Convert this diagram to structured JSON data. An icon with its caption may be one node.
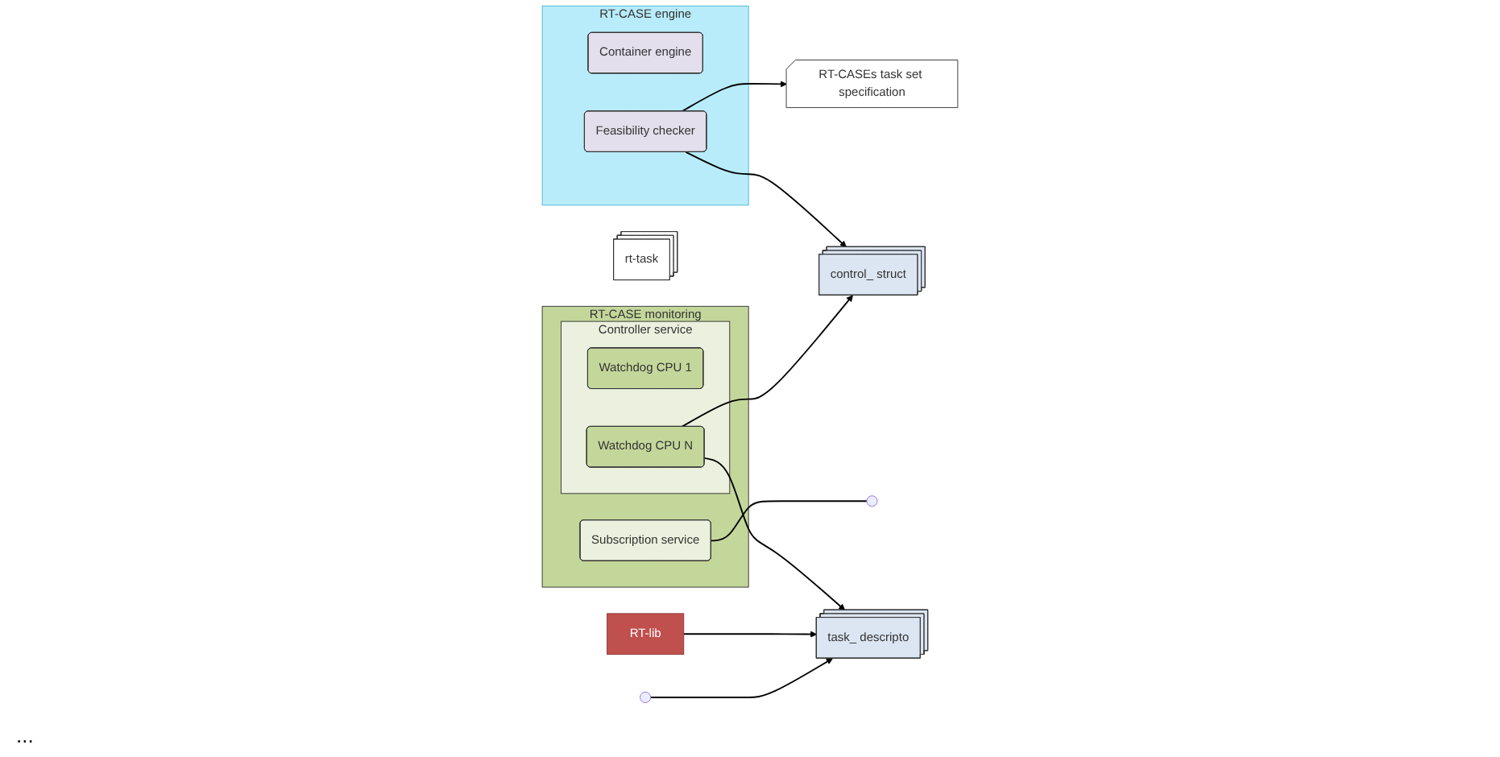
{
  "diagram": {
    "nodes": [
      {
        "text": [
          "RT-CASE engine"
        ]
      },
      {
        "text": [
          "Container engine"
        ],
        "in": 0
      },
      {
        "text": [
          "Feasibility checker"
        ],
        "in": 0
      },
      {
        "text": [
          "RT-CASE monitoring"
        ]
      },
      {
        "text": [
          "Subscription service"
        ],
        "in": 3
      },
      {
        "text": [
          "Controller service"
        ],
        "in": 3
      },
      {
        "text": [
          "Watchdog CPU 1"
        ],
        "in": 5
      },
      {
        "text": [
          "Watchdog CPU N"
        ],
        "in": 5
      },
      {
        "text": [
          "RT-CASEs task set specification"
        ]
      },
      {
        "text": [
          "rt-task"
        ]
      },
      {
        "text": [
          "RT-lib"
        ]
      },
      {
        "text": [
          "control_ struct"
        ]
      },
      {
        "text": [
          "task_ descripto"
        ]
      }
    ],
    "edges": [
      {
        "from": 2,
        "to": 8,
        "arrow": "to"
      },
      {
        "from": 2,
        "to": 11,
        "arrow": "to"
      },
      {
        "from": 7,
        "to": 11,
        "arrow": "to"
      },
      {
        "from": 7,
        "to": 12,
        "arrow": "to"
      },
      {
        "from": 10,
        "to": 12,
        "arrow": "to"
      },
      {
        "from": 4,
        "to": null,
        "arrow": "none"
      },
      {
        "from": null,
        "to": 12,
        "arrow": "to"
      }
    ],
    "labels": [
      "..."
    ]
  }
}
